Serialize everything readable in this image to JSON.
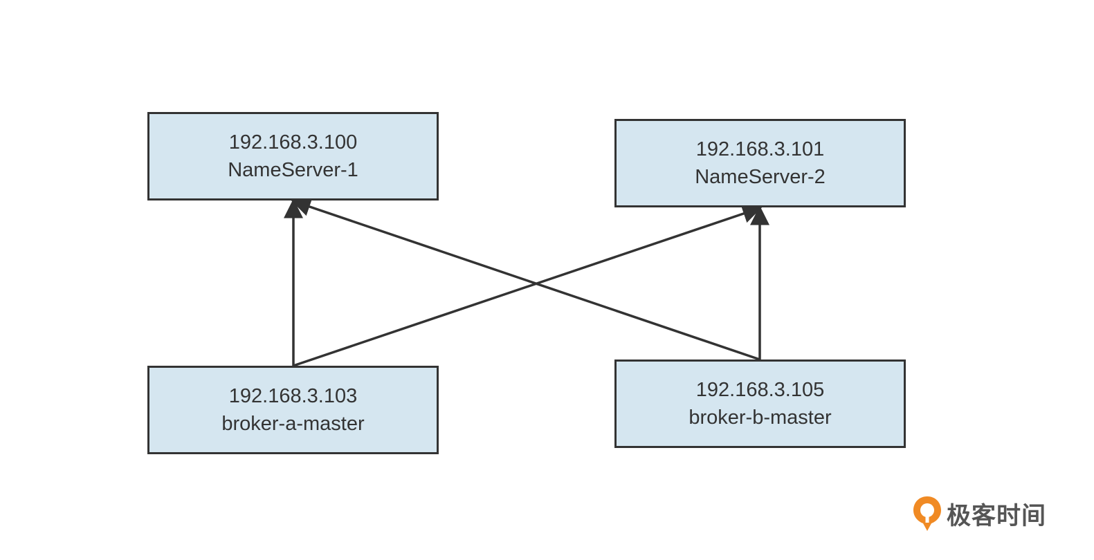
{
  "diagram": {
    "colors": {
      "node_fill": "#d5e6f0",
      "node_border": "#333333",
      "edge": "#333333",
      "text": "#333333"
    },
    "nodes": [
      {
        "id": "ns1",
        "ip": "192.168.3.100",
        "name": "NameServer-1"
      },
      {
        "id": "ns2",
        "ip": "192.168.3.101",
        "name": "NameServer-2"
      },
      {
        "id": "ba",
        "ip": "192.168.3.103",
        "name": "broker-a-master"
      },
      {
        "id": "bb",
        "ip": "192.168.3.105",
        "name": "broker-b-master"
      }
    ],
    "edges": [
      {
        "from": "ba",
        "to": "ns1"
      },
      {
        "from": "ba",
        "to": "ns2"
      },
      {
        "from": "bb",
        "to": "ns1"
      },
      {
        "from": "bb",
        "to": "ns2"
      }
    ]
  },
  "watermark": {
    "text": "极客时间",
    "accent_color": "#f08a24",
    "text_color": "#555555"
  }
}
